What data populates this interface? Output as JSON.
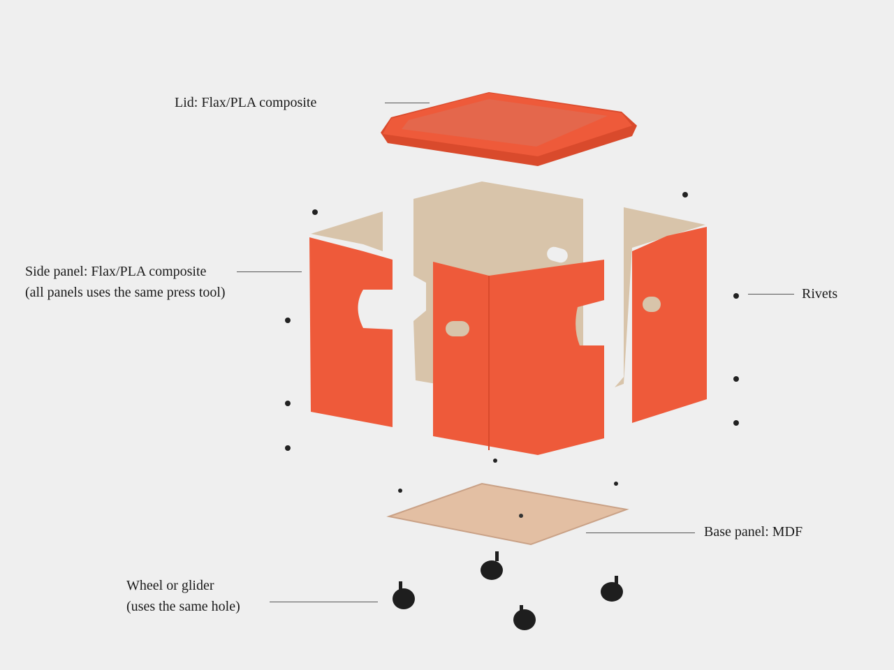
{
  "labels": {
    "lid": "Lid: Flax/PLA composite",
    "side_panel_line1": "Side panel: Flax/PLA composite",
    "side_panel_line2": "(all panels uses the same press tool)",
    "rivets": "Rivets",
    "base_panel": "Base panel: MDF",
    "wheel_line1": "Wheel or glider",
    "wheel_line2": "(uses the same hole)"
  },
  "colors": {
    "background": "#efefef",
    "orange": "#ee5a3a",
    "orange_dark": "#d94a2c",
    "kraft": "#d8c4aa",
    "mdf": "#e3bfa3",
    "rivet": "#222222"
  }
}
